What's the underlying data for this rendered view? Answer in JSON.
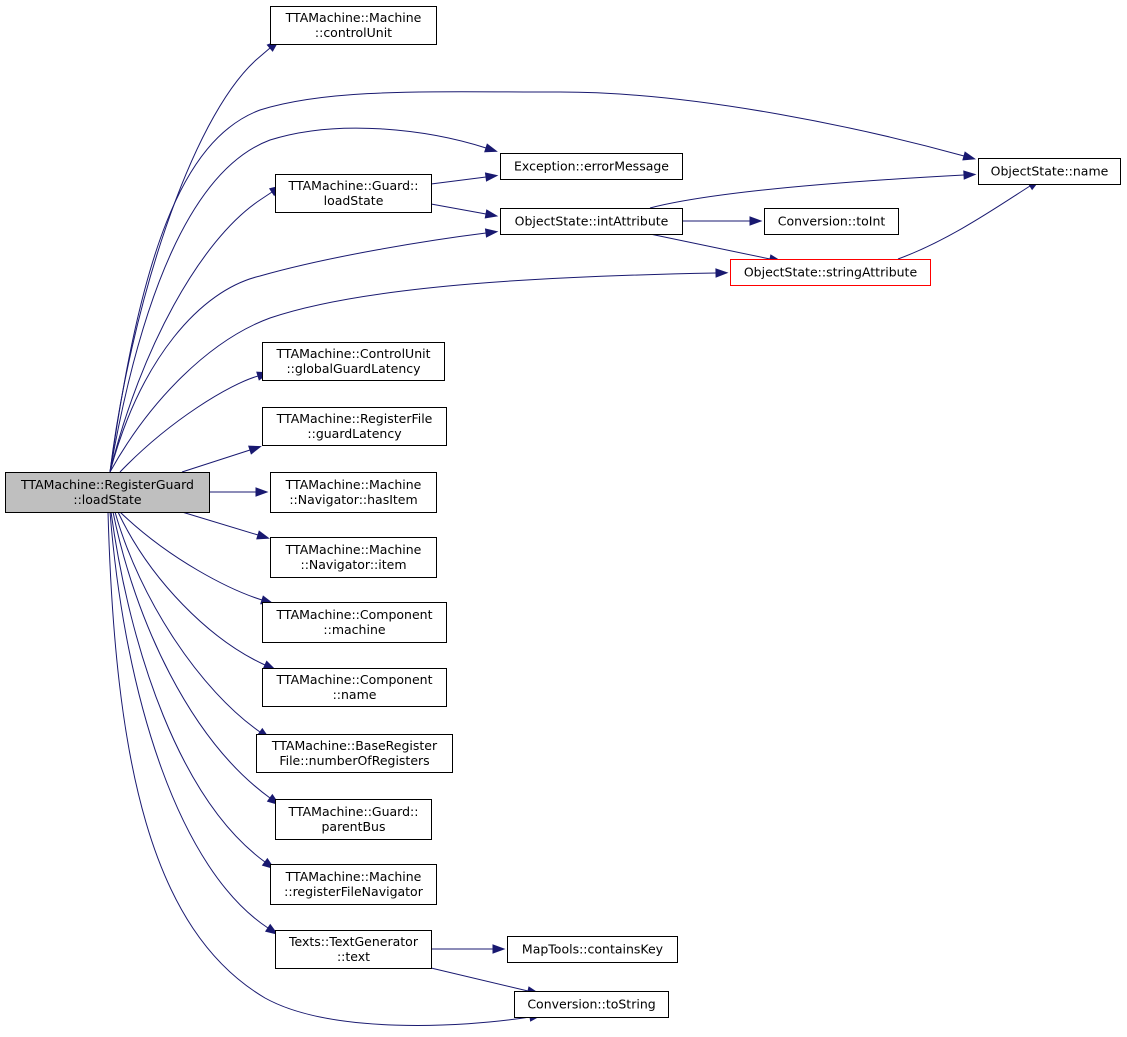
{
  "colors": {
    "edge": "#191970",
    "node_border": "#000000",
    "node_fill": "#ffffff",
    "root_fill": "#bfbfbf",
    "highlight_border": "#ff0000"
  },
  "nodes": {
    "root": {
      "lines": [
        "TTAMachine::RegisterGuard",
        "::loadState"
      ]
    },
    "machine_controlUnit": {
      "lines": [
        "TTAMachine::Machine",
        "::controlUnit"
      ]
    },
    "guard_loadState": {
      "lines": [
        "TTAMachine::Guard::",
        "loadState"
      ]
    },
    "exception_errorMessage": {
      "lines": [
        "Exception::errorMessage"
      ]
    },
    "objectstate_intAttribute": {
      "lines": [
        "ObjectState::intAttribute"
      ]
    },
    "objectstate_name": {
      "lines": [
        "ObjectState::name"
      ]
    },
    "conversion_toInt": {
      "lines": [
        "Conversion::toInt"
      ]
    },
    "objectstate_stringAttribute": {
      "lines": [
        "ObjectState::stringAttribute"
      ]
    },
    "controlunit_globalGuardLatency": {
      "lines": [
        "TTAMachine::ControlUnit",
        "::globalGuardLatency"
      ]
    },
    "registerfile_guardLatency": {
      "lines": [
        "TTAMachine::RegisterFile",
        "::guardLatency"
      ]
    },
    "navigator_hasItem": {
      "lines": [
        "TTAMachine::Machine",
        "::Navigator::hasItem"
      ]
    },
    "navigator_item": {
      "lines": [
        "TTAMachine::Machine",
        "::Navigator::item"
      ]
    },
    "component_machine": {
      "lines": [
        "TTAMachine::Component",
        "::machine"
      ]
    },
    "component_name": {
      "lines": [
        "TTAMachine::Component",
        "::name"
      ]
    },
    "baseregisterfile_numberOfRegisters": {
      "lines": [
        "TTAMachine::BaseRegister",
        "File::numberOfRegisters"
      ]
    },
    "guard_parentBus": {
      "lines": [
        "TTAMachine::Guard::",
        "parentBus"
      ]
    },
    "machine_registerFileNavigator": {
      "lines": [
        "TTAMachine::Machine",
        "::registerFileNavigator"
      ]
    },
    "textgenerator_text": {
      "lines": [
        "Texts::TextGenerator",
        "::text"
      ]
    },
    "maptools_containsKey": {
      "lines": [
        "MapTools::containsKey"
      ]
    },
    "conversion_toString": {
      "lines": [
        "Conversion::toString"
      ]
    }
  }
}
